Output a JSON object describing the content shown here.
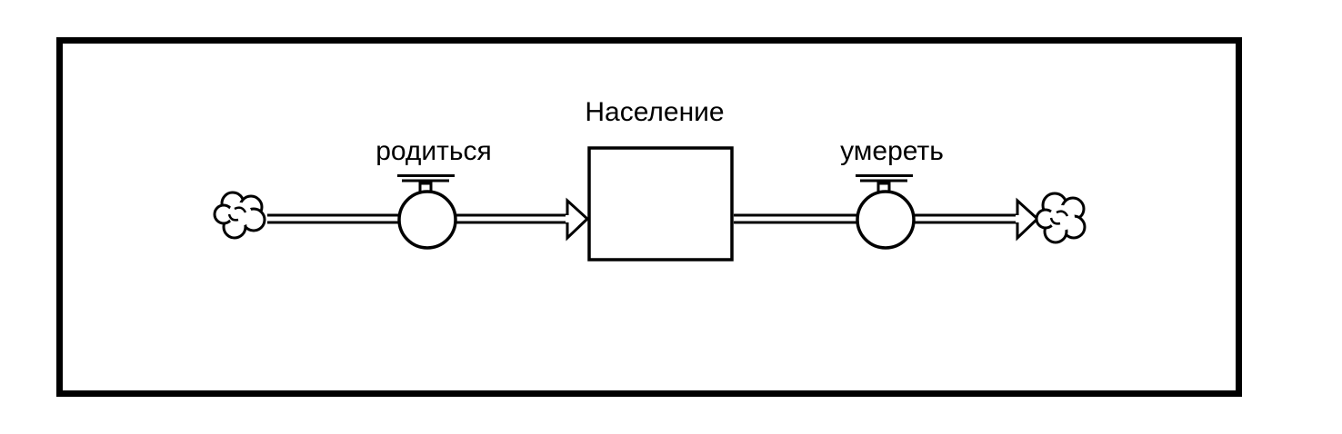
{
  "diagram": {
    "stock": {
      "label": "Население"
    },
    "inflow": {
      "label": "родиться"
    },
    "outflow": {
      "label": "умереть"
    }
  },
  "colors": {
    "stroke": "#000000",
    "background": "#ffffff"
  },
  "icons": {
    "source": "cloud-icon",
    "sink": "cloud-icon",
    "valve": "valve-icon"
  }
}
